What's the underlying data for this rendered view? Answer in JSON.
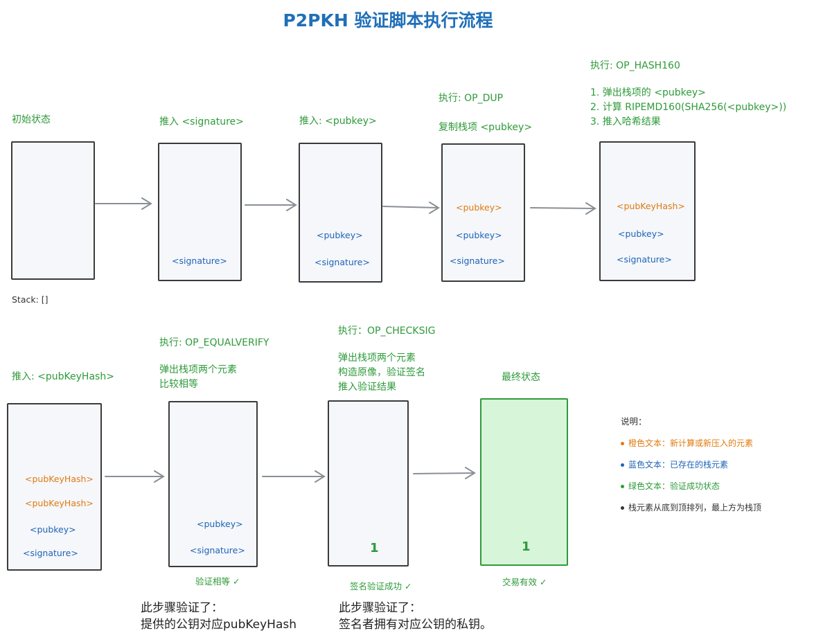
{
  "title": "P2PKH 验证脚本执行流程",
  "stages": [
    {
      "caption": [
        "初始状态"
      ],
      "stack": []
    },
    {
      "caption": [
        "推入 <signature>"
      ],
      "stack": [
        {
          "text": "<signature>",
          "kind": "blue"
        }
      ]
    },
    {
      "caption": [
        "推入: <pubkey>"
      ],
      "stack": [
        {
          "text": "<pubkey>",
          "kind": "blue"
        },
        {
          "text": "<signature>",
          "kind": "blue"
        }
      ]
    },
    {
      "caption": [
        "执行: OP_DUP",
        "",
        "复制栈项 <pubkey>"
      ],
      "stack": [
        {
          "text": "<pubkey>",
          "kind": "orange"
        },
        {
          "text": "<pubkey>",
          "kind": "blue"
        },
        {
          "text": "<signature>",
          "kind": "blue"
        }
      ]
    },
    {
      "caption": [
        "执行: OP_HASH160",
        "",
        "1. 弹出栈项的 <pubkey>",
        "2. 计算 RIPEMD160(SHA256(<pubkey>))",
        "3. 推入哈希结果"
      ],
      "stack": [
        {
          "text": "<pubKeyHash>",
          "kind": "orange"
        },
        {
          "text": "<pubkey>",
          "kind": "blue"
        },
        {
          "text": "<signature>",
          "kind": "blue"
        }
      ]
    },
    {
      "caption": [
        "推入: <pubKeyHash>"
      ],
      "stack": [
        {
          "text": "<pubKeyHash>",
          "kind": "orange"
        },
        {
          "text": "<pubKeyHash>",
          "kind": "orange"
        },
        {
          "text": "<pubkey>",
          "kind": "blue"
        },
        {
          "text": "<signature>",
          "kind": "blue"
        }
      ]
    },
    {
      "caption": [
        "执行: OP_EQUALVERIFY",
        "",
        "弹出栈项两个元素",
        "比较相等"
      ],
      "stack": [
        {
          "text": "<pubkey>",
          "kind": "blue"
        },
        {
          "text": "<signature>",
          "kind": "blue"
        }
      ],
      "result": "验证相等 ✓"
    },
    {
      "caption": [
        "执行：OP_CHECKSIG",
        "",
        "弹出栈项两个元素",
        "构造原像，验证签名",
        "推入验证结果"
      ],
      "stack": [
        {
          "text": "1",
          "kind": "one"
        }
      ],
      "result": "签名验证成功 ✓"
    },
    {
      "caption": [
        "最终状态"
      ],
      "stack": [
        {
          "text": "1",
          "kind": "one"
        }
      ],
      "result": "交易有效 ✓"
    }
  ],
  "stack_label": "Stack: []",
  "legend": {
    "title": "说明：",
    "items": [
      {
        "text": "橙色文本：新计算或新压入的元素",
        "color": "#e07a10"
      },
      {
        "text": "蓝色文本：已存在的栈元素",
        "color": "#1f63b5"
      },
      {
        "text": "绿色文本：验证成功状态",
        "color": "#2e9a3a"
      },
      {
        "text": "栈元素从底到顶排列，最上方为栈顶",
        "color": "#333333"
      }
    ]
  },
  "notes": [
    {
      "lines": [
        "此步骤验证了：",
        "提供的公钥对应pubKeyHash"
      ]
    },
    {
      "lines": [
        "此步骤验证了：",
        "签名者拥有对应公钥的私钥。"
      ]
    }
  ]
}
